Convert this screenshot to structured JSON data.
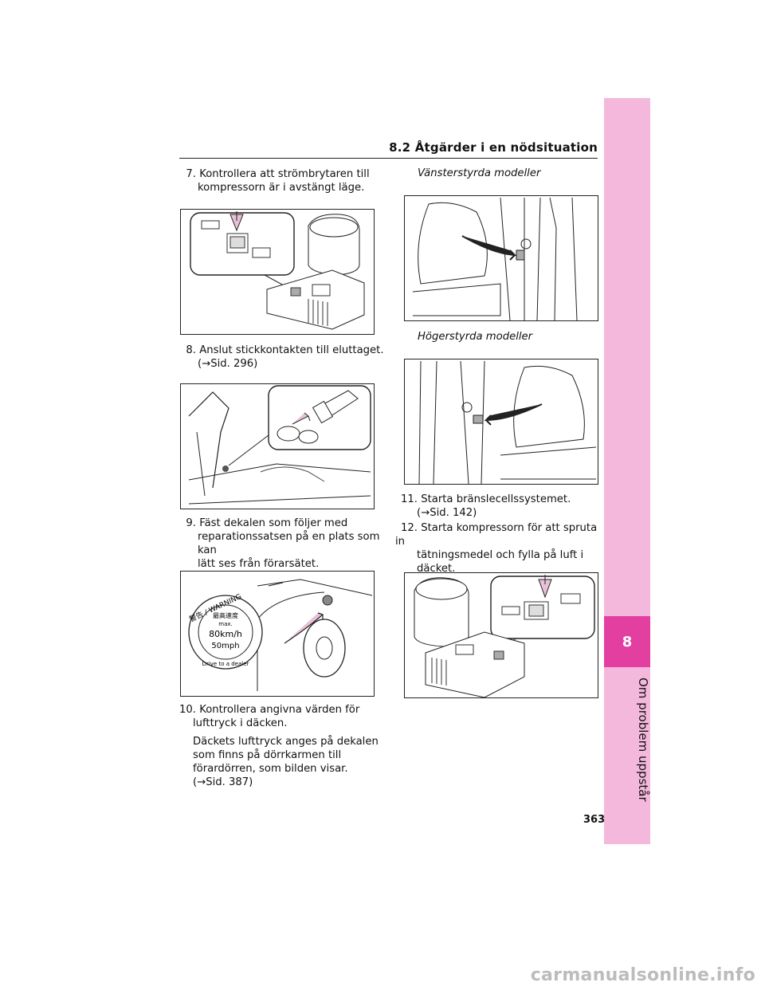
{
  "header": {
    "section_title": "8.2 Åtgärder i en nödsituation"
  },
  "side_tab": {
    "chapter_number": "8",
    "chapter_title": "Om problem uppstår"
  },
  "page_number": "363",
  "left_column": {
    "step7": {
      "number": "7.",
      "line1": "Kontrollera att strömbrytaren till",
      "line2": "kompressorn är i avstängt läge."
    },
    "step8": {
      "number": "8.",
      "line1": "Anslut stickkontakten till eluttaget.",
      "line2": "(→Sid. 296)"
    },
    "step9": {
      "number": "9.",
      "line1": "Fäst dekalen som följer med",
      "line2": "reparationssatsen på en plats som kan",
      "line3": "lätt ses från förarsätet."
    },
    "step10": {
      "number": "10.",
      "line1": "Kontrollera angivna värden för",
      "line2": "lufttryck i däcken.",
      "para1": "Däckets lufttryck anges på dekalen",
      "para2": "som finns på dörrkarmen till",
      "para3": "förardörren, som bilden visar.",
      "para4": "(→Sid. 387)"
    }
  },
  "right_column": {
    "caption_lhd": "Vänsterstyrda modeller",
    "caption_rhd": "Högerstyrda modeller",
    "step11": {
      "number": "11.",
      "line1": "Starta bränslecellssystemet.",
      "line2": "(→Sid. 142)"
    },
    "step12": {
      "number": "12.",
      "line1": "Starta kompressorn för att spruta in",
      "line2": "tätningsmedel och fylla på luft i",
      "line3": "däcket."
    }
  },
  "sticker": {
    "top_text": "警告 / WARNING",
    "heading": "最高速度",
    "max": "max.",
    "speed_kmh": "80km/h",
    "speed_mph": "50mph",
    "bottom_text": "Drive to a dealer"
  },
  "watermark": "carmanualsonline.info"
}
